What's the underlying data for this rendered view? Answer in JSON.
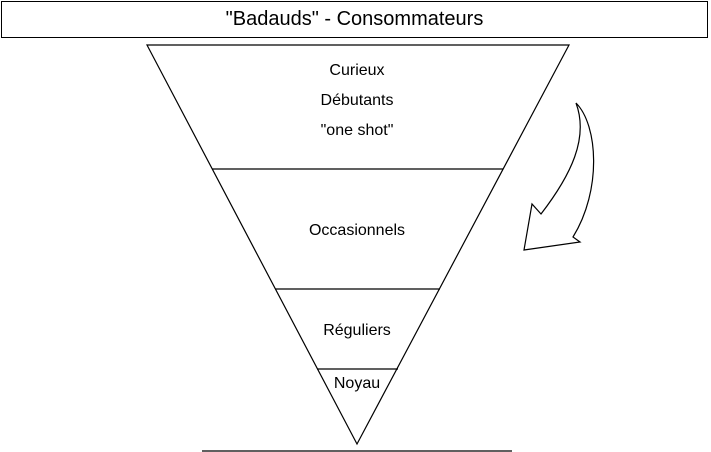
{
  "title": "\"Badauds\" - Consommateurs",
  "levels": {
    "top": {
      "lines": [
        "Curieux",
        "Débutants",
        "\"one shot\""
      ]
    },
    "second": {
      "label": "Occasionnels"
    },
    "third": {
      "label": "Réguliers"
    },
    "bottom": {
      "label": "Noyau"
    }
  },
  "colors": {
    "stroke": "#000000",
    "background": "#ffffff",
    "text": "#000000"
  },
  "icons": {
    "arrow": "curved-arrow-icon"
  }
}
